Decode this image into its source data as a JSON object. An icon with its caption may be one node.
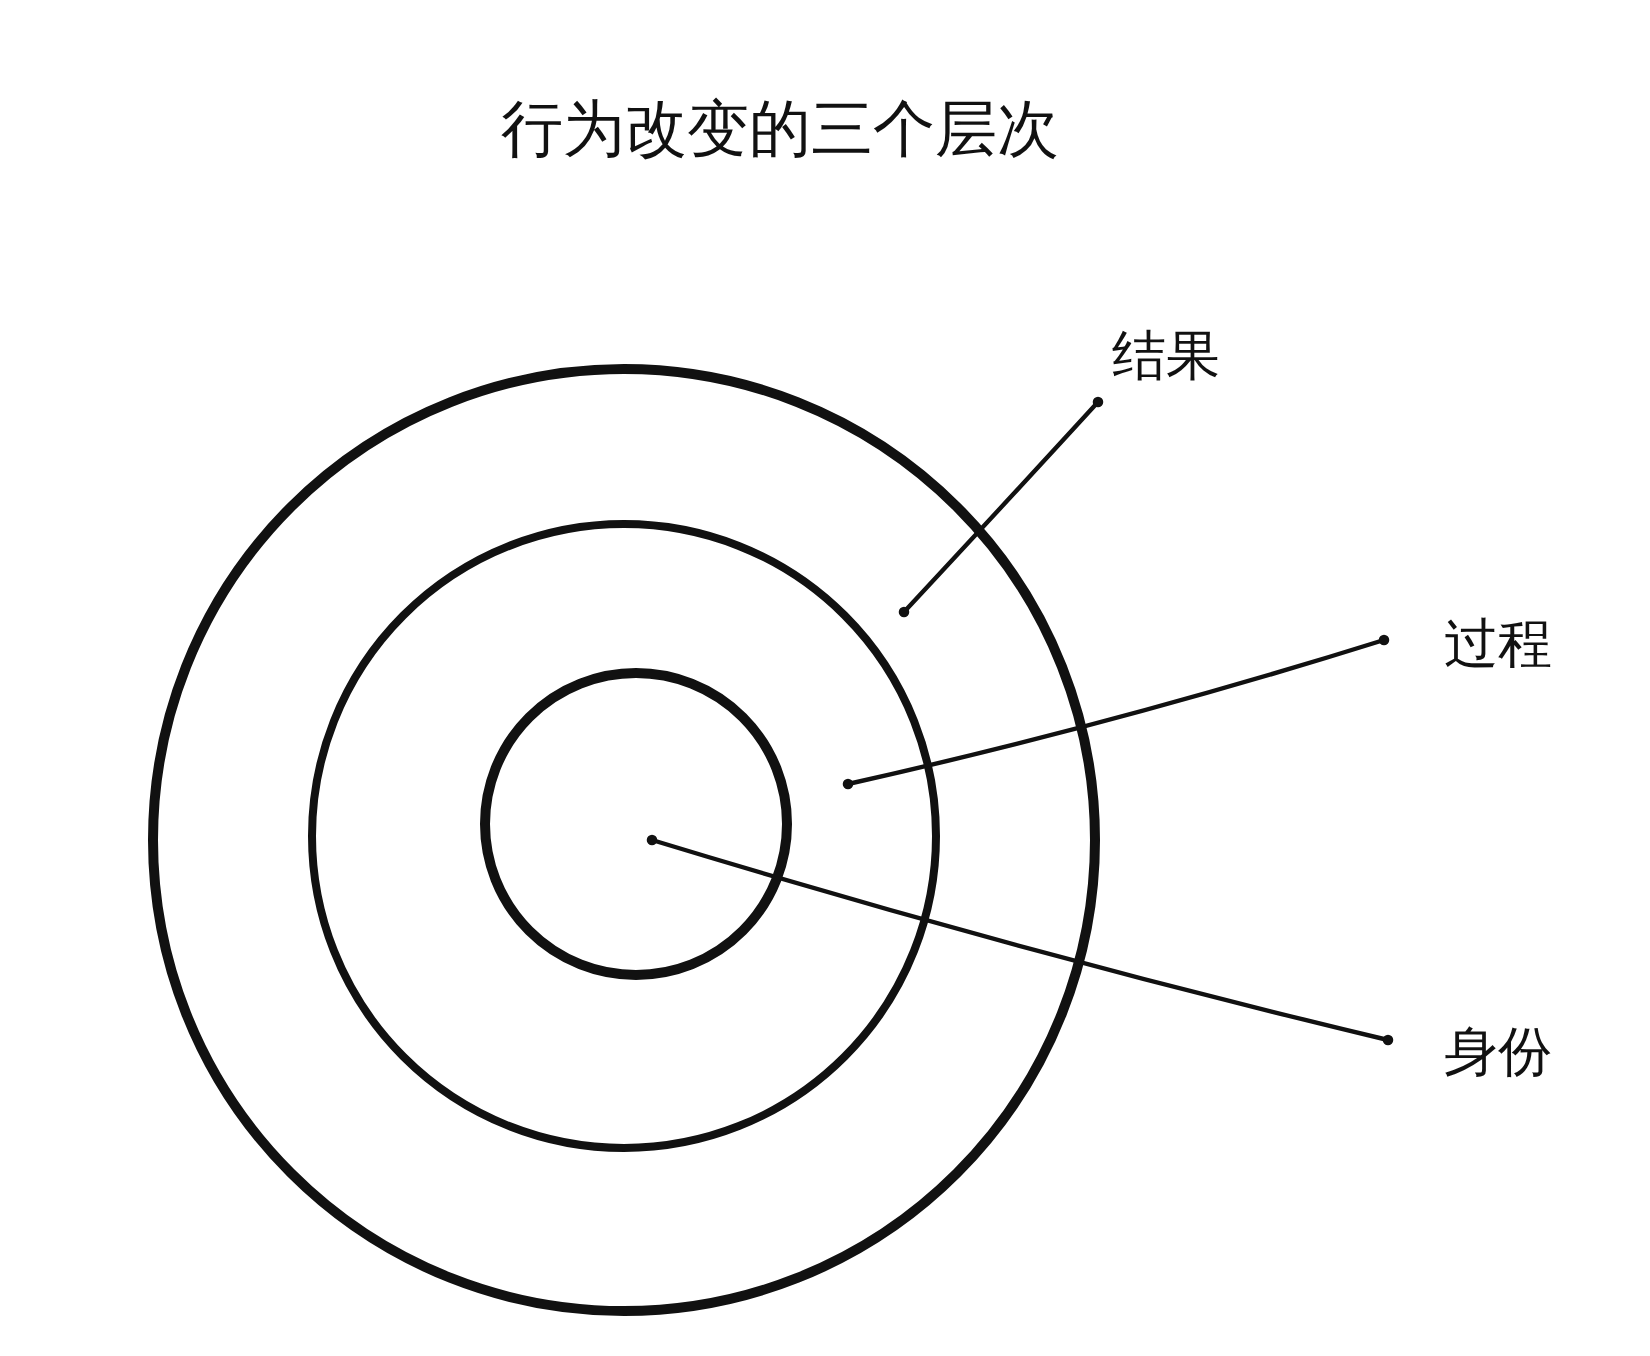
{
  "diagram": {
    "title": "行为改变的三个层次",
    "nodes": [
      {
        "text": [],
        "shape": "circle"
      },
      {
        "text": [],
        "shape": "circle",
        "in": 0
      },
      {
        "text": [],
        "shape": "circle",
        "in": 1
      },
      {
        "text": [
          "结果"
        ]
      },
      {
        "text": [
          "过程"
        ]
      },
      {
        "text": [
          "身份"
        ]
      }
    ],
    "edges": [
      {
        "from": 3,
        "to": 0,
        "arrow": "other"
      },
      {
        "from": 4,
        "to": 1,
        "arrow": "other"
      },
      {
        "from": 5,
        "to": 2,
        "arrow": "other"
      }
    ]
  }
}
